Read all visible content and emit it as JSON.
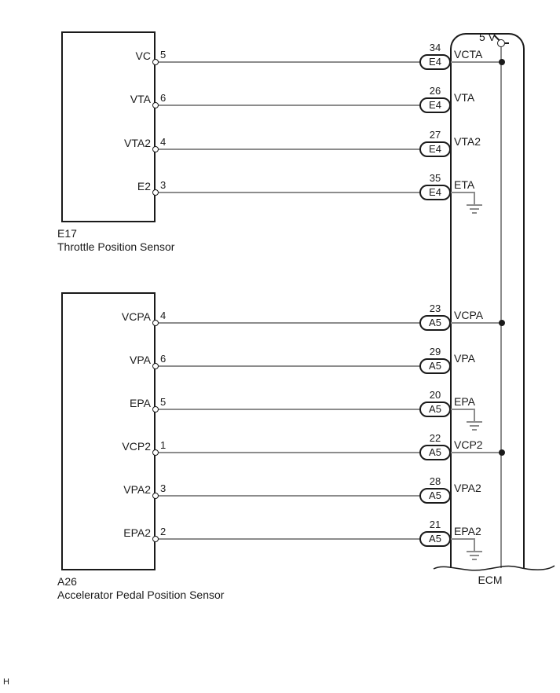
{
  "page": {
    "corner_label": "H"
  },
  "ecm": {
    "label": "ECM",
    "power_label": "5 V"
  },
  "colors": {
    "line": "#1a1a1a",
    "wire": "#8c8c8c",
    "background": "#ffffff"
  },
  "sensors": [
    {
      "id": "E17",
      "name": "Throttle Position Sensor",
      "pins": [
        {
          "name": "VC",
          "terminal": "5",
          "ecm_terminal": "34",
          "connector": "E4",
          "signal": "VCTA",
          "supply": true,
          "ground": false
        },
        {
          "name": "VTA",
          "terminal": "6",
          "ecm_terminal": "26",
          "connector": "E4",
          "signal": "VTA",
          "supply": false,
          "ground": false
        },
        {
          "name": "VTA2",
          "terminal": "4",
          "ecm_terminal": "27",
          "connector": "E4",
          "signal": "VTA2",
          "supply": false,
          "ground": false
        },
        {
          "name": "E2",
          "terminal": "3",
          "ecm_terminal": "35",
          "connector": "E4",
          "signal": "ETA",
          "supply": false,
          "ground": true
        }
      ]
    },
    {
      "id": "A26",
      "name": "Accelerator Pedal Position Sensor",
      "pins": [
        {
          "name": "VCPA",
          "terminal": "4",
          "ecm_terminal": "23",
          "connector": "A5",
          "signal": "VCPA",
          "supply": true,
          "ground": false
        },
        {
          "name": "VPA",
          "terminal": "6",
          "ecm_terminal": "29",
          "connector": "A5",
          "signal": "VPA",
          "supply": false,
          "ground": false
        },
        {
          "name": "EPA",
          "terminal": "5",
          "ecm_terminal": "20",
          "connector": "A5",
          "signal": "EPA",
          "supply": false,
          "ground": true
        },
        {
          "name": "VCP2",
          "terminal": "1",
          "ecm_terminal": "22",
          "connector": "A5",
          "signal": "VCP2",
          "supply": true,
          "ground": false
        },
        {
          "name": "VPA2",
          "terminal": "3",
          "ecm_terminal": "28",
          "connector": "A5",
          "signal": "VPA2",
          "supply": false,
          "ground": false
        },
        {
          "name": "EPA2",
          "terminal": "2",
          "ecm_terminal": "21",
          "connector": "A5",
          "signal": "EPA2",
          "supply": false,
          "ground": true
        }
      ]
    }
  ]
}
